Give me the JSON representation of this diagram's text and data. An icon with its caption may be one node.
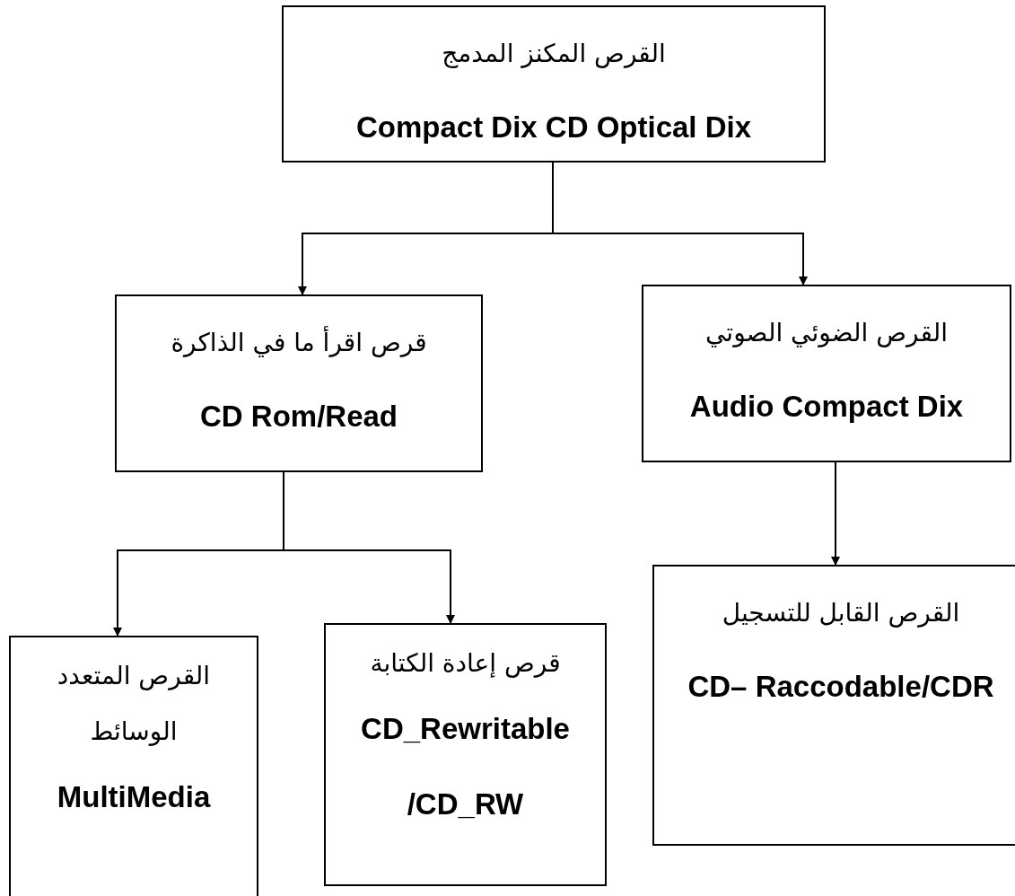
{
  "diagram": {
    "nodes": [
      {
        "text": [
          "القرص المكنز المدمج",
          "Compact Dix CD Optical Dix"
        ]
      },
      {
        "text": [
          "قرص اقرأ ما في الذاكرة",
          "CD Rom/Read"
        ]
      },
      {
        "text": [
          "القرص الضوئي الصوتي",
          "Audio Compact Dix"
        ]
      },
      {
        "text": [
          "القرص المتعدد الوسائط",
          "MultiMedia"
        ]
      },
      {
        "text": [
          "قرص إعادة الكتابة",
          "CD_Rewritable /CD_RW"
        ]
      },
      {
        "text": [
          "القرص القابل للتسجيل",
          "CD– Raccodable/CDR"
        ]
      }
    ],
    "edges": [
      {
        "from": 0,
        "to": 1,
        "arrow": "to"
      },
      {
        "from": 0,
        "to": 2,
        "arrow": "to"
      },
      {
        "from": 1,
        "to": 3,
        "arrow": "to"
      },
      {
        "from": 1,
        "to": 4,
        "arrow": "to"
      },
      {
        "from": 2,
        "to": 5,
        "arrow": "to"
      }
    ]
  }
}
